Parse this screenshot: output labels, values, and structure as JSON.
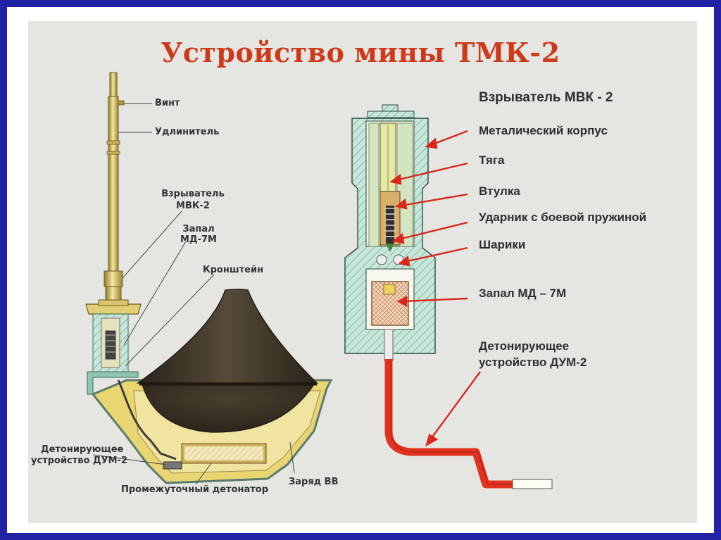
{
  "title": "Устройство мины ТМК-2",
  "left_labels": {
    "vint": "Винт",
    "udlinitel": "Удлинитель",
    "vzryvatel_1": "Взрыватель",
    "vzryvatel_2": "МВК-2",
    "zapal_1": "Запал",
    "zapal_2": "МД-7М",
    "kronshtein": "Кронштейн",
    "detonir_1": "Детонирующее",
    "detonir_2": "устройство ДУМ-2",
    "zaryad": "Заряд ВВ",
    "promezh": "Промежуточный детонатор"
  },
  "fuze": {
    "heading": "Взрыватель МВК - 2",
    "labels": {
      "korpus": "Металический корпус",
      "tyaga": "Тяга",
      "vtulka": "Втулка",
      "udarnik": "Ударник с боевой пружиной",
      "shariki": "Шарики",
      "zapal": "Запал МД – 7М",
      "detonir_1": "Детонирующее",
      "detonir_2": "устройство ДУМ-2"
    }
  },
  "colors": {
    "frame": "#2222a6",
    "title": "#cc3a1a",
    "arrow": "#d8281c",
    "cone": "#3e3528",
    "housing": "#e8d670",
    "fuze_wall": "#b8ddd0",
    "cord": "#e0321e"
  }
}
